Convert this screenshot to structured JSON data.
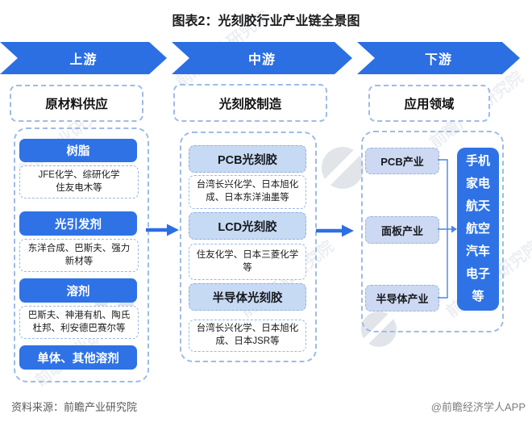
{
  "title": "图表2：光刻胶行业产业链全景图",
  "banner": {
    "segments": [
      {
        "label": "上游"
      },
      {
        "label": "中游"
      },
      {
        "label": "下游"
      }
    ]
  },
  "upstream": {
    "header": "原材料供应",
    "items": [
      {
        "label": "树脂",
        "companies": "JFE化学、综研化学\n住友电木等"
      },
      {
        "label": "光引发剂",
        "companies": "东洋合成、巴斯夫、强力\n新材等"
      },
      {
        "label": "溶剂",
        "companies": "巴斯夫、神港有机、陶氏\n杜邦、利安德巴赛尔等"
      },
      {
        "label": "单体、其他溶剂"
      }
    ]
  },
  "midstream": {
    "header": "光刻胶制造",
    "items": [
      {
        "label": "PCB光刻胶",
        "companies": "台湾长兴化学、日本旭化\n成、日本东洋油墨等"
      },
      {
        "label": "LCD光刻胶",
        "companies": "住友化学、日本三菱化学\n等"
      },
      {
        "label": "半导体光刻胶",
        "companies": "台湾长兴化学、日本旭化\n成、日本JSR等"
      }
    ]
  },
  "downstream": {
    "header": "应用领域",
    "industries": [
      "PCB产业",
      "面板产业",
      "半导体产业"
    ],
    "applications": "手机\n家电\n航天\n航空\n汽车\n电子\n等"
  },
  "footer": {
    "source": "资料来源：前瞻产业研究院",
    "credit": "@前瞻经济学人APP"
  },
  "watermark": "前瞻产业研究院",
  "colors": {
    "primary_blue": "#2e72e6",
    "banner_blue": "#2b6fe3",
    "mid_pill_fill": "#c7daf3",
    "down_pill_fill": "#cdd9f2",
    "dashed_border": "#9dbbe8",
    "connector_blue": "#4a86e8",
    "source_text": "#595959"
  }
}
